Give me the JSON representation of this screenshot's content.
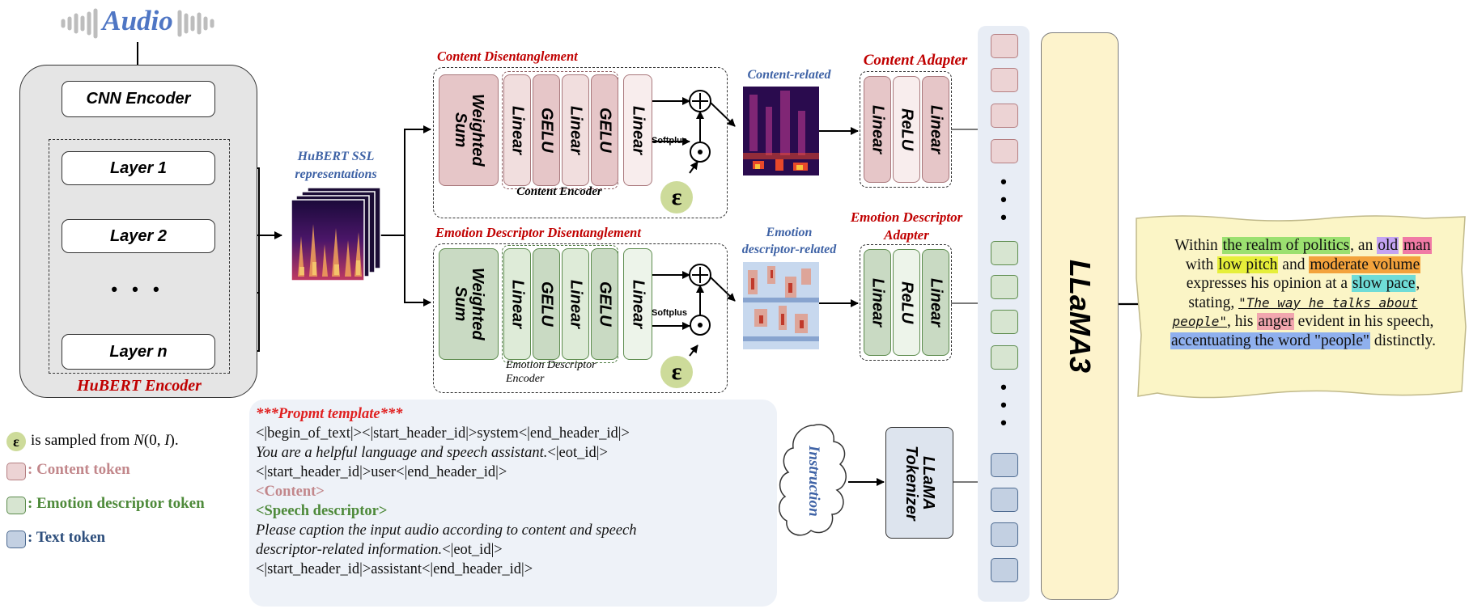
{
  "audio": {
    "title": "Audio"
  },
  "hubert": {
    "cnn_label": "CNN Encoder",
    "layers": [
      "Layer 1",
      "Layer 2",
      "Layer n"
    ],
    "ellipsis": "• • •",
    "title": "HuBERT Encoder"
  },
  "ssl": {
    "label_line1": "HuBERT SSL",
    "label_line2": "representations"
  },
  "content_branch": {
    "title": "Content Disentanglement",
    "weighted_sum": "Weighted\nSum",
    "blocks": [
      "Linear",
      "GELU",
      "Linear",
      "GELU"
    ],
    "out_linear": "Linear",
    "encoder_label": "Content Encoder",
    "softplus": "Softplus",
    "epsilon": "ε",
    "map_title": "Content-related",
    "adapter_title": "Content Adapter",
    "adapter_blocks": [
      "Linear",
      "ReLU",
      "Linear"
    ]
  },
  "emotion_branch": {
    "title": "Emotion Descriptor Disentanglement",
    "weighted_sum": "Weighted\nSum",
    "blocks": [
      "Linear",
      "GELU",
      "Linear",
      "GELU"
    ],
    "out_linear": "Linear",
    "encoder_label_line1": "Emotion Descriptor",
    "encoder_label_line2": "Encoder",
    "softplus": "Softplus",
    "epsilon": "ε",
    "map_title_line1": "Emotion",
    "map_title_line2": "descriptor-related",
    "adapter_title_line1": "Emotion Descriptor",
    "adapter_title_line2": "Adapter",
    "adapter_blocks": [
      "Linear",
      "ReLU",
      "Linear"
    ]
  },
  "legend": {
    "epsilon_note_prefix": "is sampled from ",
    "epsilon_note_math": "N",
    "epsilon_note_suffix": "(0, ",
    "epsilon_note_i": "I",
    "epsilon_note_end": ").",
    "content_token": ": Content token",
    "emotion_token": ": Emotion descriptor token",
    "text_token": ": Text token"
  },
  "prompt": {
    "title": "***Propmt template***",
    "line1": "<|begin_of_text|><|start_header_id|>system<|end_header_id|>",
    "line2_italic": "You are a helpful language and speech assistant.",
    "line2_tag": "<|eot_id|>",
    "line3": " <|start_header_id|>user<|end_header_id|>",
    "line4": "<Content>",
    "line5": "<Speech descriptor>",
    "line6": "Please caption the input audio according to content and speech",
    "line7_italic": "descriptor-related information.",
    "line7_tag": "<|eot_id|>",
    "line8": " <|start_header_id|>assistant<|end_header_id|>"
  },
  "instruction": {
    "label": "Instruction",
    "tokenizer": "LLaMA\nTokenizer"
  },
  "llm": {
    "label": "LLaMA3"
  },
  "output": {
    "l1_a": "Within ",
    "l1_b": "the realm of politics",
    "l1_c": ", an ",
    "l1_d": "old",
    "l1_e": " ",
    "l1_f": "man",
    "l2_a": "with ",
    "l2_b": "low pitch",
    "l2_c": " and ",
    "l2_d": "moderate volume",
    "l3_a": "expresses his opinion at a ",
    "l3_b": "slow pace",
    "l3_c": ",",
    "l4_a": "stating, ",
    "l4_b": "\"The way he talks about",
    "l5_a": "people\"",
    "l5_b": ", his ",
    "l5_c": "anger",
    "l5_d": " evident in his speech,",
    "l6_a": "accentuating the word \"people\"",
    "l6_b": " distinctly.",
    "colors": {
      "green": "#9be070",
      "purple": "#c4a3f2",
      "pink": "#f07aa5",
      "yellow": "#e6ef3a",
      "orange": "#f3a23c",
      "cyan": "#6fdcd7",
      "rose": "#f1a6ae",
      "blue": "#8fb0ee"
    }
  }
}
